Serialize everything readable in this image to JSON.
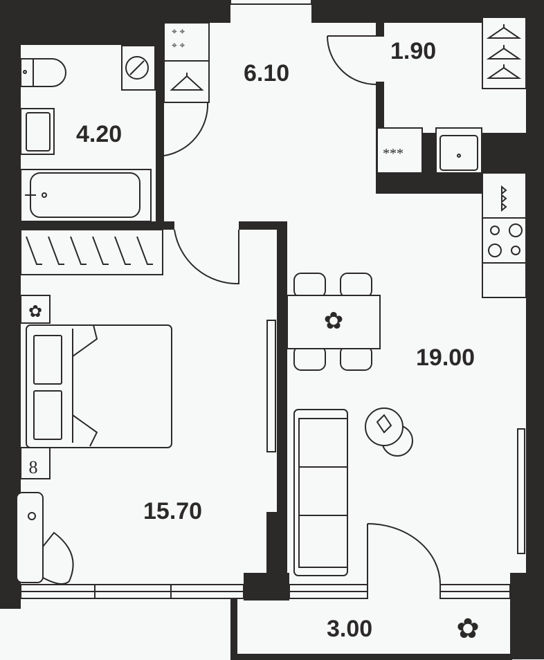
{
  "plan": {
    "rooms": [
      {
        "name": "bathroom",
        "area": "4.20"
      },
      {
        "name": "hallway",
        "area": "6.10"
      },
      {
        "name": "wardrobe",
        "area": "1.90"
      },
      {
        "name": "living-kitchen",
        "area": "19.00"
      },
      {
        "name": "bedroom",
        "area": "15.70"
      },
      {
        "name": "balcony",
        "area": "3.00"
      }
    ]
  },
  "colors": {
    "wall": "#2b2a29",
    "floor": "#f7f8f8"
  }
}
